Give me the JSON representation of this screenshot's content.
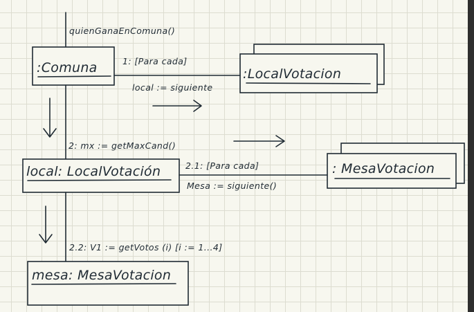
{
  "objects": {
    "comuna": {
      "label": ":Comuna"
    },
    "local_votacion": {
      "label": ":LocalVotacion"
    },
    "local": {
      "label": "local: LocalVotación"
    },
    "mesa_votacion": {
      "label": ": MesaVotacion"
    },
    "mesa": {
      "label": "mesa: MesaVotacion"
    }
  },
  "messages": {
    "m0": "quienGanaEnComuna()",
    "m1": "1: [Para cada]",
    "m1b": "local := siguiente",
    "m2": "2: mx := getMaxCand()",
    "m21": "2.1: [Para cada]",
    "m21b": "Mesa := siguiente()",
    "m22": "2.2: V1 := getVotos (i) [i := 1...4]"
  }
}
